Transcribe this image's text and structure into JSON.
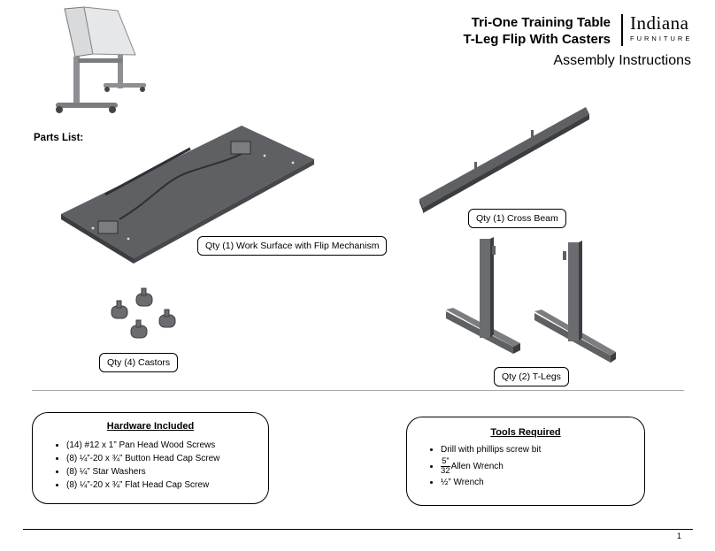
{
  "header": {
    "product_line1": "Tri-One Training Table",
    "product_line2": "T-Leg Flip With Casters",
    "brand_name": "Indiana",
    "brand_sub": "FURNITURE",
    "subtitle": "Assembly Instructions"
  },
  "parts": {
    "label": "Parts List:",
    "work_surface": "Qty (1) Work Surface with Flip Mechanism",
    "cross_beam": "Qty (1) Cross Beam",
    "castors": "Qty (4) Castors",
    "t_legs": "Qty (2) T-Legs"
  },
  "hardware": {
    "title": "Hardware Included",
    "items": [
      "(14) #12 x 1” Pan Head Wood Screws",
      "(8) ¼”-20 x ¾” Button Head Cap Screw",
      "(8) ¼” Star Washers",
      "(8) ¼”-20 x ¾” Flat Head Cap Screw"
    ]
  },
  "tools": {
    "title": "Tools Required",
    "item1": "Drill with phillips screw bit",
    "item2_num": "5”",
    "item2_den": "32",
    "item2_text": "Allen Wrench",
    "item3": "½” Wrench"
  },
  "footer": {
    "page_number": "1"
  },
  "colors": {
    "steel": "#5f6063",
    "steel_dark": "#3c3d40",
    "steel_light": "#8a8b8e"
  }
}
